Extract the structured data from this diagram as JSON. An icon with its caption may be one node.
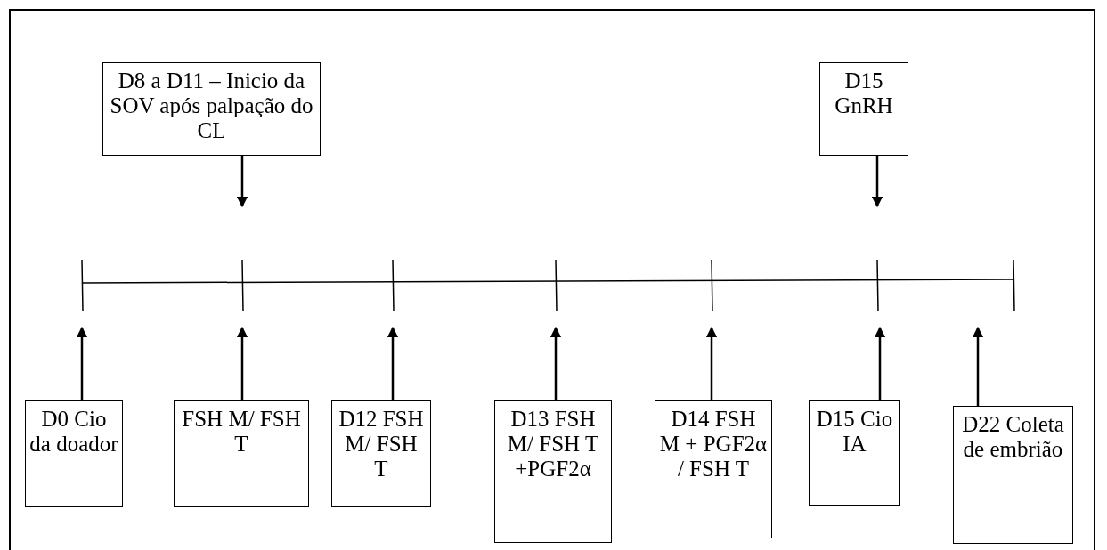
{
  "diagram": {
    "nodes": [
      {
        "text": [
          "D8 a D11 – Inicio da SOV após palpação do CL"
        ]
      },
      {
        "text": [
          "D15 GnRH"
        ]
      },
      {
        "text": [
          "D0 Cio da doador"
        ]
      },
      {
        "text": [
          "FSH M/ FSH T"
        ]
      },
      {
        "text": [
          "D12 FSH M/ FSH T"
        ]
      },
      {
        "text": [
          "D13 FSH M/ FSH T +PGF2α"
        ]
      },
      {
        "text": [
          "D14 FSH M + PGF2α / FSH T"
        ]
      },
      {
        "text": [
          "D15 Cio IA"
        ]
      },
      {
        "text": [
          "D22 Coleta de embrião"
        ]
      }
    ],
    "edges": [
      {
        "from": 0,
        "to": null,
        "arrow": "to"
      },
      {
        "from": 1,
        "to": null,
        "arrow": "to"
      },
      {
        "from": 2,
        "to": null,
        "arrow": "to"
      },
      {
        "from": 3,
        "to": null,
        "arrow": "to"
      },
      {
        "from": 4,
        "to": null,
        "arrow": "to"
      },
      {
        "from": 5,
        "to": null,
        "arrow": "to"
      },
      {
        "from": 6,
        "to": null,
        "arrow": "to"
      },
      {
        "from": 7,
        "to": null,
        "arrow": "to"
      },
      {
        "from": 8,
        "to": null,
        "arrow": "to"
      }
    ]
  }
}
